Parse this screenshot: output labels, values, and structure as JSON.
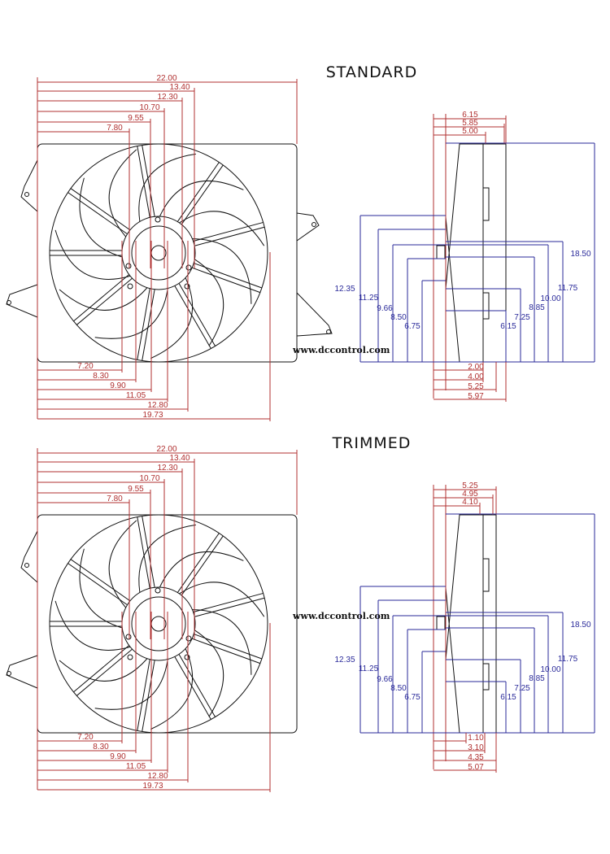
{
  "sections": [
    {
      "title": "STANDARD",
      "watermark": "www.dccontrol.com",
      "front_top_dims": [
        "22.00",
        "13.40",
        "12.30",
        "10.70",
        "9.55",
        "7.80"
      ],
      "front_bottom_dims": [
        "7.20",
        "8.30",
        "9.90",
        "11.05",
        "12.80",
        "19.73"
      ],
      "side_top_dims": [
        "6.15",
        "5.85",
        "5.00"
      ],
      "side_height_dims": [
        "12.35",
        "11.25",
        "9.66",
        "8.50",
        "6.75",
        "6.15",
        "7.25",
        "8.85",
        "10.00",
        "11.75",
        "18.50"
      ],
      "side_bottom_dims": [
        "2.00",
        "4.00",
        "5.25",
        "5.97"
      ]
    },
    {
      "title": "TRIMMED",
      "watermark": "www.dccontrol.com",
      "front_top_dims": [
        "22.00",
        "13.40",
        "12.30",
        "10.70",
        "9.55",
        "7.80"
      ],
      "front_bottom_dims": [
        "7.20",
        "8.30",
        "9.90",
        "11.05",
        "12.80",
        "19.73"
      ],
      "side_top_dims": [
        "5.25",
        "4.95",
        "4.10"
      ],
      "side_height_dims": [
        "12.35",
        "11.25",
        "9.66",
        "8.50",
        "6.75",
        "6.15",
        "7.25",
        "8.85",
        "10.00",
        "11.75",
        "18.50"
      ],
      "side_bottom_dims": [
        "1.10",
        "3.10",
        "4.35",
        "5.07"
      ]
    }
  ]
}
